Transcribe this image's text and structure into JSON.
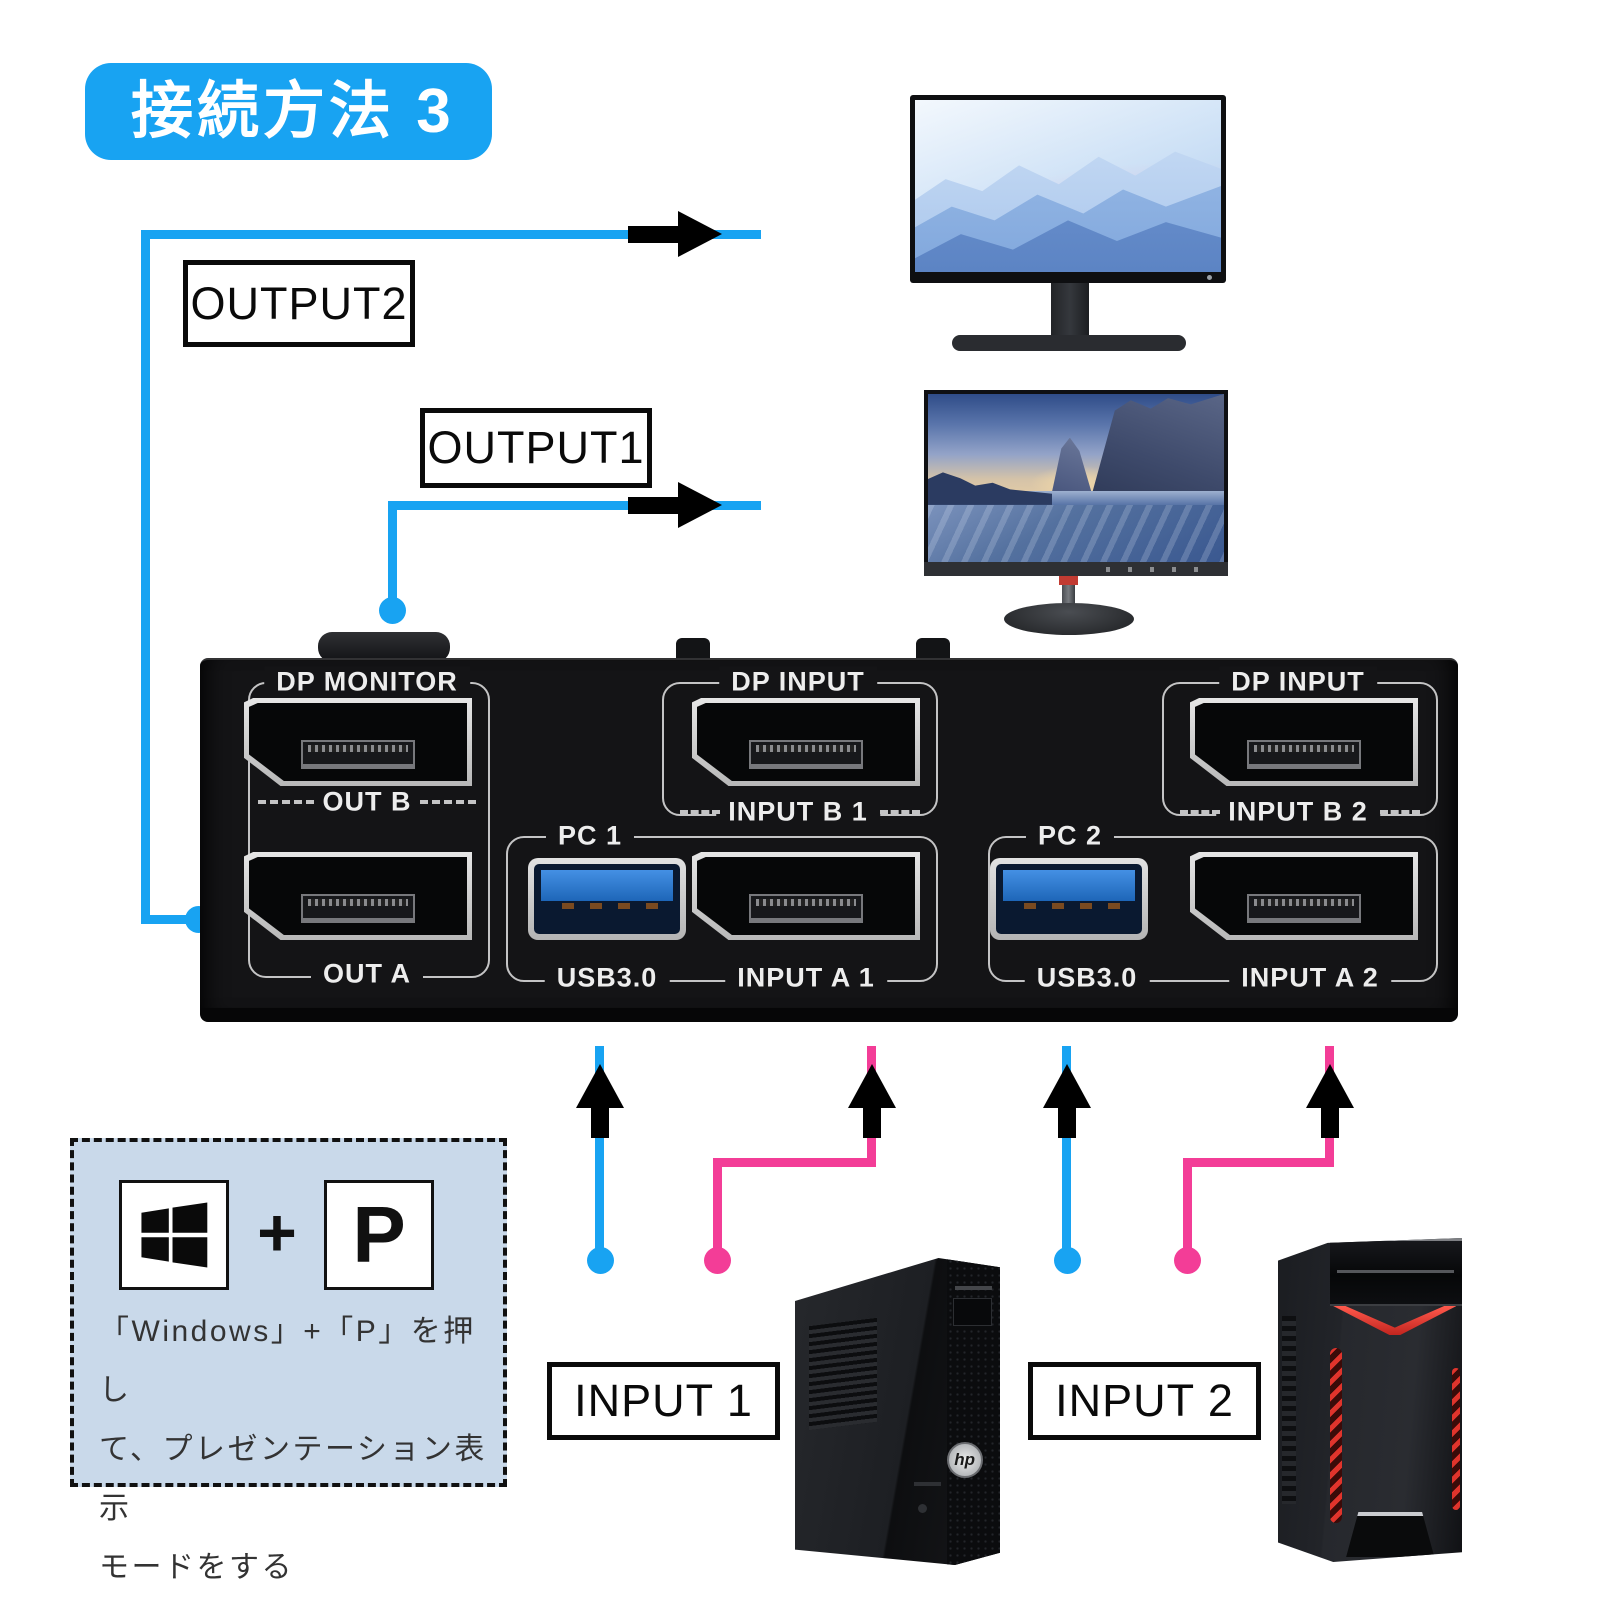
{
  "badge": {
    "text": "接続方法 3"
  },
  "callouts": {
    "output2": "OUTPUT2",
    "output1": "OUTPUT1",
    "input1": "INPUT 1",
    "input2": "INPUT 2"
  },
  "device": {
    "out_group": {
      "top": "DP MONITOR",
      "mid": "OUT B",
      "bottom": "OUT A"
    },
    "b1_group": {
      "top": "DP INPUT",
      "bottom": "INPUT B 1"
    },
    "b2_group": {
      "top": "DP INPUT",
      "bottom": "INPUT B 2"
    },
    "pc1_group": {
      "top": "PC 1",
      "usb": "USB3.0",
      "input": "INPUT A 1"
    },
    "pc2_group": {
      "top": "PC 2",
      "usb": "USB3.0",
      "input": "INPUT A 2"
    }
  },
  "note": {
    "plus": "+",
    "key_p": "P",
    "lines": [
      "「Windows」+「P」を押し",
      "て、プレゼンテーション表示",
      "モードをする"
    ]
  },
  "pc1_logo": "hp",
  "colors": {
    "accent_blue": "#18a3f2",
    "accent_pink": "#f33d97",
    "note_bg": "#c9d9ea",
    "badge_bg": "#18a3f2",
    "device_black": "#141416"
  }
}
